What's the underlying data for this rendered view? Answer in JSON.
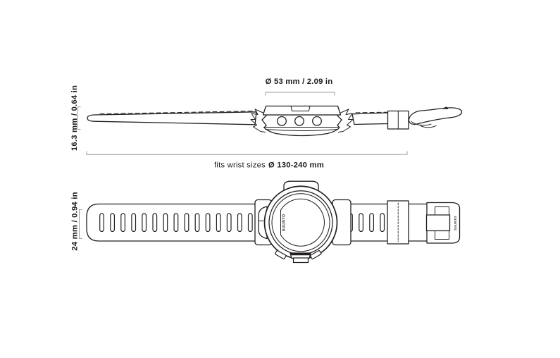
{
  "page": {
    "background": "#ffffff"
  },
  "colors": {
    "outline": "#231f20",
    "dimension_line": "#9d9d9c",
    "label_text": "#1d1d1b"
  },
  "side_view": {
    "diameter_label": "Ø 53 mm / 2.09 in",
    "thickness_label": "16.3 mm / 0.64 in"
  },
  "wrist_fit": {
    "prefix": "fits wrist sizes",
    "range": "Ø 130-240 mm"
  },
  "top_view": {
    "strap_width_label": "24 mm / 0.94 in",
    "case_brand": "SUUNTO",
    "buckle_brand": "SUUNTO"
  }
}
